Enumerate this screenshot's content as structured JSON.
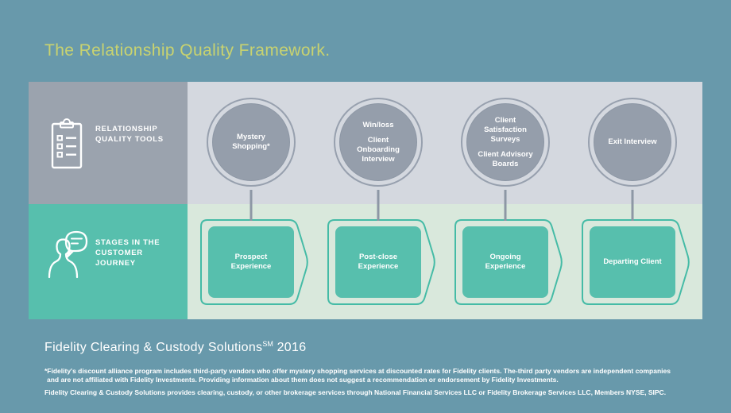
{
  "page": {
    "title": "The Relationship Quality Framework.",
    "colors": {
      "background": "#6899ab",
      "title": "#c9d36f",
      "tools_label_bg": "#9ba3ae",
      "tools_band_bg": "#d4d8df",
      "circle_fill": "#959eab",
      "teal": "#57bfad",
      "stages_band_bg": "#d9e8dc",
      "arrow_outline": "#45bba6",
      "text": "#ffffff"
    }
  },
  "tools_row": {
    "label": "RELATIONSHIP QUALITY TOOLS",
    "icon": "clipboard-checklist-icon",
    "items": [
      {
        "groups": [
          "Mystery Shopping*"
        ]
      },
      {
        "groups": [
          "Win/loss",
          "Client Onboarding Interview"
        ]
      },
      {
        "groups": [
          "Client Satisfaction Surveys",
          "Client Advisory Boards"
        ]
      },
      {
        "groups": [
          "Exit Interview"
        ]
      }
    ]
  },
  "stages_row": {
    "label": "STAGES IN THE CUSTOMER JOURNEY",
    "icon": "person-speech-bubble-icon",
    "items": [
      "Prospect Experience",
      "Post-close Experience",
      "Ongoing Experience",
      "Departing Client"
    ]
  },
  "footer": {
    "brand": "Fidelity Clearing & Custody Solutions",
    "brand_superscript": "SM",
    "brand_year": "2016",
    "footnote_line1": "*Fidelity's discount alliance program includes third-party vendors who offer mystery shopping services at discounted rates for Fidelity clients. The-third party vendors are independent companies",
    "footnote_line2": "and are not affiliated with Fidelity Investments. Providing information about them does not suggest a recommendation or endorsement by Fidelity Investments.",
    "disclosure": "Fidelity Clearing & Custody Solutions provides clearing, custody, or other brokerage services through National Financial Services LLC or Fidelity Brokerage Services LLC, Members NYSE, SIPC."
  }
}
